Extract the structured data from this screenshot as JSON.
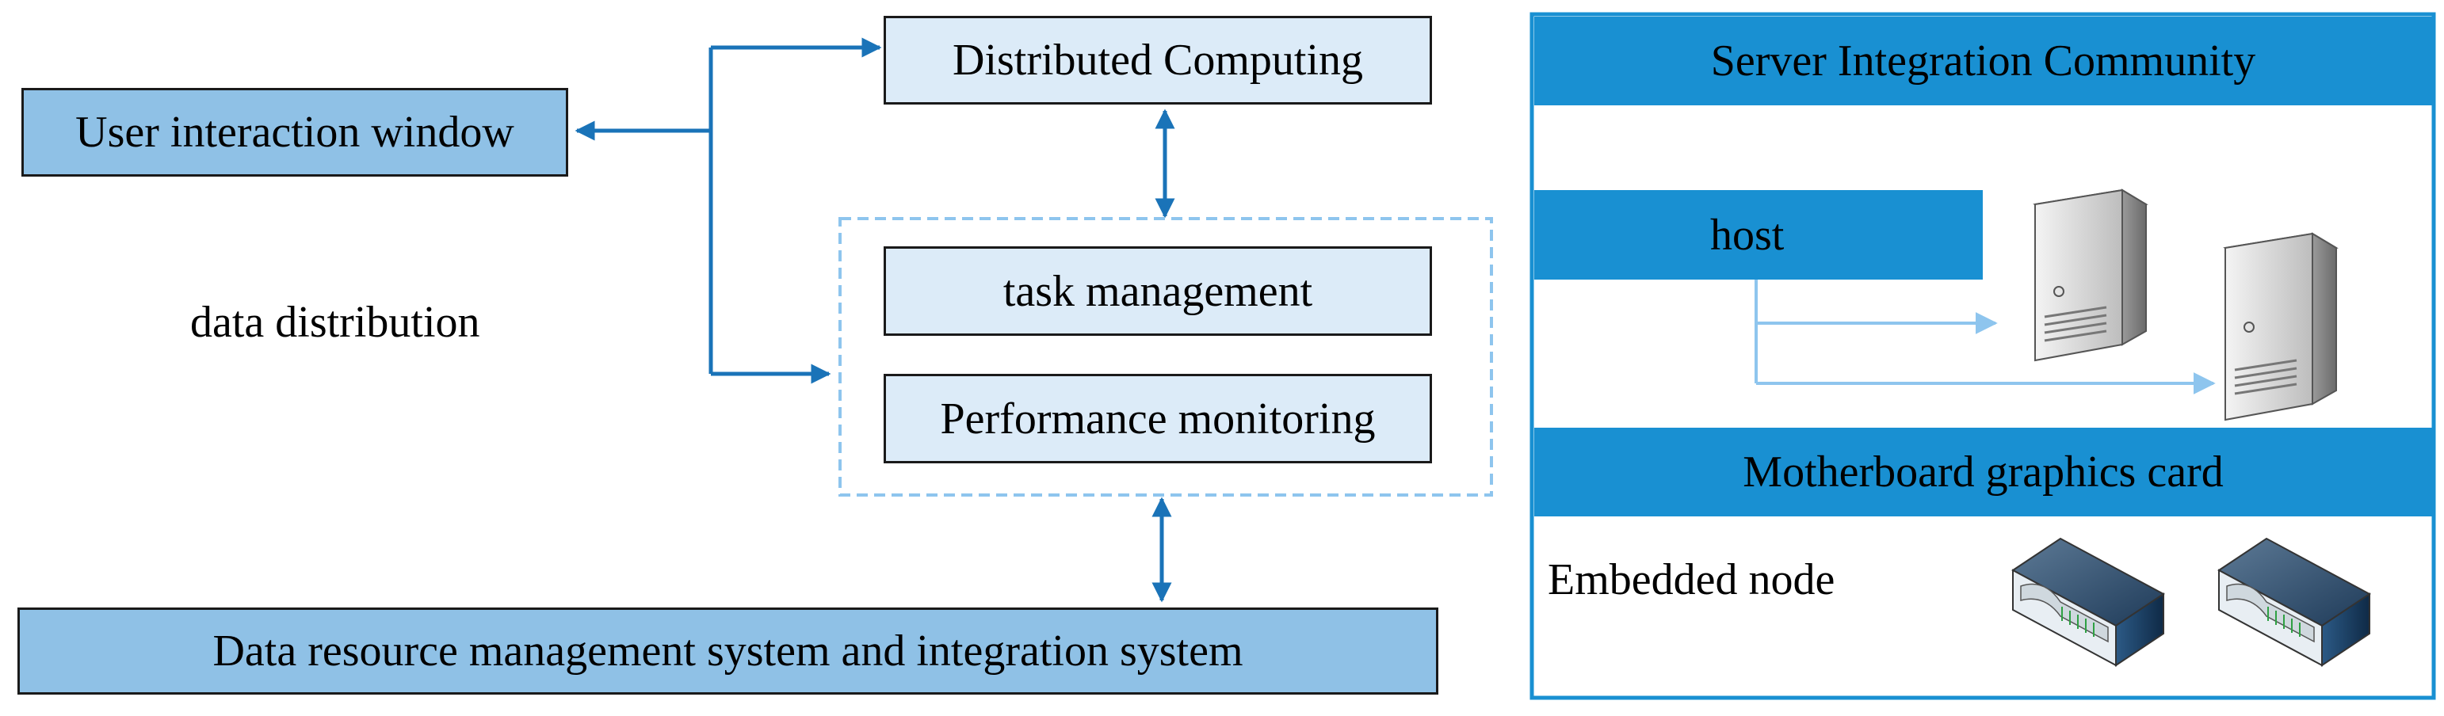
{
  "left": {
    "user_window": "User interaction window",
    "distributed_computing": "Distributed Computing",
    "data_distribution": "data distribution",
    "task_management": "task management",
    "performance_monitoring": "Performance monitoring",
    "data_resource": "Data resource management system and integration system"
  },
  "right": {
    "title": "Server Integration Community",
    "host": "host",
    "motherboard": "Motherboard graphics card",
    "embedded": "Embedded node"
  },
  "icons": {
    "server": "server-tower-icon",
    "board": "embedded-board-icon"
  },
  "colors": {
    "arrow": "#1a73b8",
    "panel_accent": "#1990d2",
    "box_fill": "#8fc1e6",
    "light_fill": "#dcebf8",
    "dashed": "#8ec5ee"
  }
}
